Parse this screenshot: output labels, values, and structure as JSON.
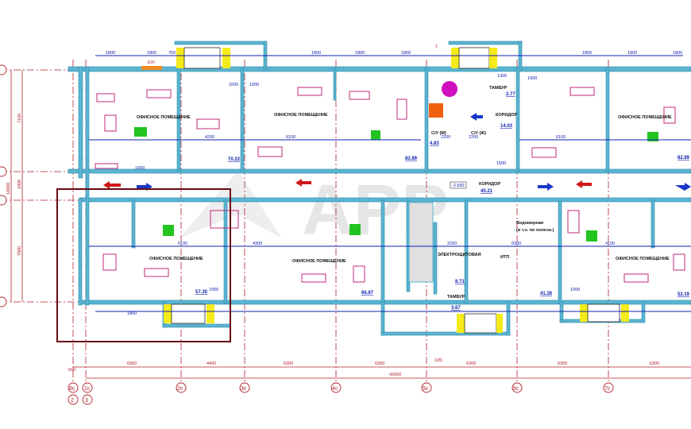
{
  "plan": {
    "rooms": [
      {
        "label": "ОФИСНОЕ ПОМЕЩЕНИЕ",
        "area": "70.22"
      },
      {
        "label": "ОФИСНОЕ ПОМЕЩЕНИЕ",
        "area": "82.89"
      },
      {
        "label": "ОФИСНОЕ ПОМЕЩЕНИЕ",
        "area": "82.89"
      },
      {
        "label": "ОФИСНОЕ ПОМЕЩЕНИЕ",
        "area": "57.30"
      },
      {
        "label": "ОФИСНОЕ ПОМЕЩЕНИЕ",
        "area": "66.87"
      },
      {
        "label": "ОФИСНОЕ ПОМЕЩЕНИЕ",
        "area": "52.19"
      }
    ],
    "service": {
      "corridor_top": "КОРИДОР",
      "corridor_top_area": "14.03",
      "tambur_top": "ТАМБУР",
      "tambur_top_area": "2.77",
      "wc_m": "С/У (М)",
      "wc_w": "С/У (Ж)",
      "wc_area": "4.83",
      "corridor": "КОРИДОР",
      "corridor_area": "45.21",
      "corridor_level": "-2.650",
      "electrical": "ЭЛЕКТРОЩИТОВАЯ",
      "electrical_area": "8.71",
      "itp": "ИТП",
      "itp_area": "41.28",
      "water": "Водомерная",
      "water_note": "(в т.ч. по полезн.)",
      "tambur_bottom": "ТАМБУР",
      "tambur_bottom_area": "3.67",
      "exit": "EXI"
    },
    "top_dims": [
      "1800",
      "1800",
      "750",
      "1000",
      "1000",
      "1800",
      "1800",
      "1800",
      "1800",
      "1300",
      "1000",
      "1800",
      "1800",
      "1800"
    ],
    "inner_dims": [
      "4200",
      "6100",
      "6100",
      "6100",
      "2250",
      "6300",
      "4100",
      "4300",
      "2200",
      "2200",
      "1500",
      "1000",
      "1000",
      "1000"
    ],
    "left_dims": [
      "7100",
      "1900",
      "7000",
      "16000"
    ],
    "bay_dims": [
      "6300",
      "4400",
      "6300",
      "6300",
      "6300",
      "6300",
      "6300"
    ],
    "overall_dim": "42000",
    "offset_dim": "500",
    "axes": [
      "8c",
      "1c",
      "2c",
      "3c",
      "4c",
      "5c",
      "6c",
      "7c"
    ],
    "axes_second": [
      "2",
      "3"
    ],
    "section_top": "1",
    "section_bottom": "1(8)"
  }
}
